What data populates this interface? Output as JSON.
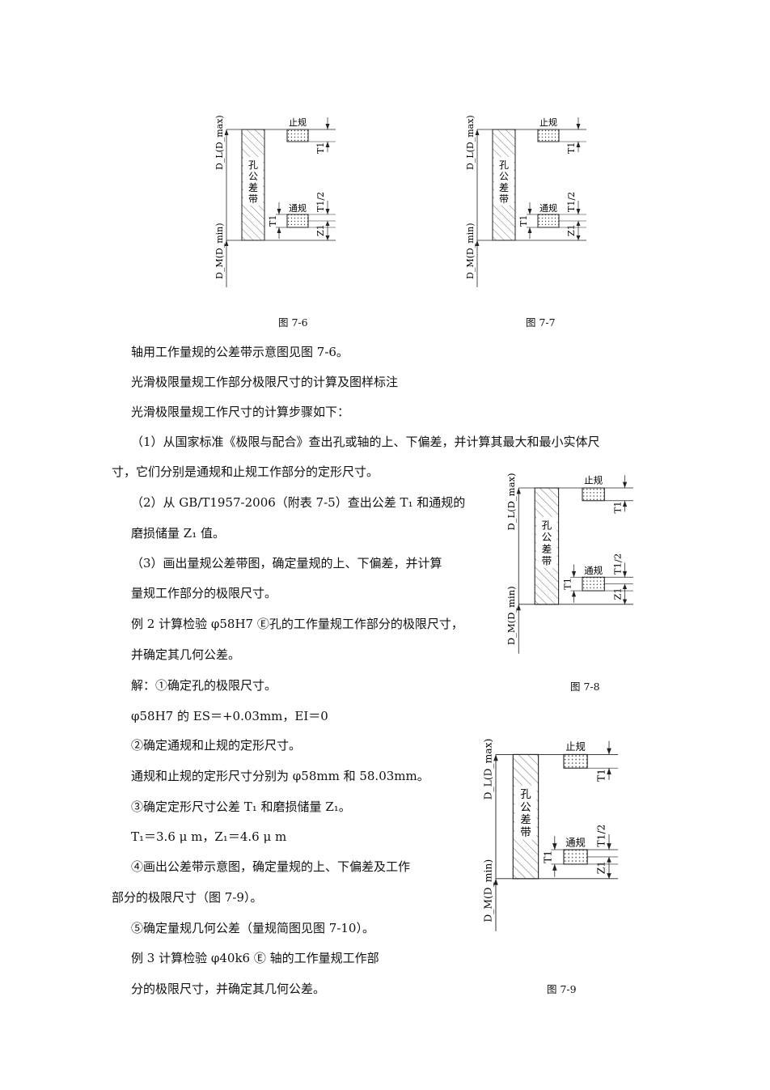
{
  "figure_labels": {
    "no_go": "止规",
    "go": "通规",
    "zone": [
      "孔",
      "公",
      "差",
      "带"
    ],
    "upper_limit": "D_L(D_max)",
    "lower_limit": "D_M(D_min)",
    "T1": "T1",
    "T1_half": "T1/2",
    "Z1": "Z1"
  },
  "captions": {
    "fig76": "图 7-6",
    "fig77": "图 7-7",
    "fig78": "图 7-8",
    "fig79": "图 7-9"
  },
  "text": {
    "l1": "轴用工作量规的公差带示意图见图 7-6。",
    "l2": "光滑极限量规工作部分极限尺寸的计算及图样标注",
    "l3": "光滑极限量规工作尺寸的计算步骤如下：",
    "l4": "（1）从国家标准《极限与配合》查出孔或轴的上、下偏差，并计算其最大和最小实体尺",
    "l5": "寸，它们分别是通规和止规工作部分的定形尺寸。",
    "l6": "（2）从 GB/T1957-2006（附表 7-5）查出公差 T₁ 和通规的",
    "l7": "磨损储量 Z₁ 值。",
    "l8": "（3）画出量规公差带图，确定量规的上、下偏差，并计算",
    "l9": "量规工作部分的极限尺寸。",
    "l10": "例 2  计算检验 φ58H7 Ⓔ孔的工作量规工作部分的极限尺寸，",
    "l11": "并确定其几何公差。",
    "l12": "解：①确定孔的极限尺寸。",
    "l13": "φ58H7 的 ES＝+0.03mm，EI＝0",
    "l14": "②确定通规和止规的定形尺寸。",
    "l15": "通规和止规的定形尺寸分别为 φ58mm 和 58.03mm。",
    "l16": "③确定定形尺寸公差 T₁ 和磨损储量 Z₁。",
    "l17": "T₁＝3.6 μ m，Z₁＝4.6 μ m",
    "l18": "④画出公差带示意图，确定量规的上、下偏差及工作",
    "l19": "部分的极限尺寸（图 7-9）。",
    "l20": "⑤确定量规几何公差（量规简图见图 7-10）。",
    "l21": "例 3  计算检验 φ40k6 Ⓔ  轴的工作量规工作部",
    "l22": "分的极限尺寸，并确定其几何公差。"
  }
}
